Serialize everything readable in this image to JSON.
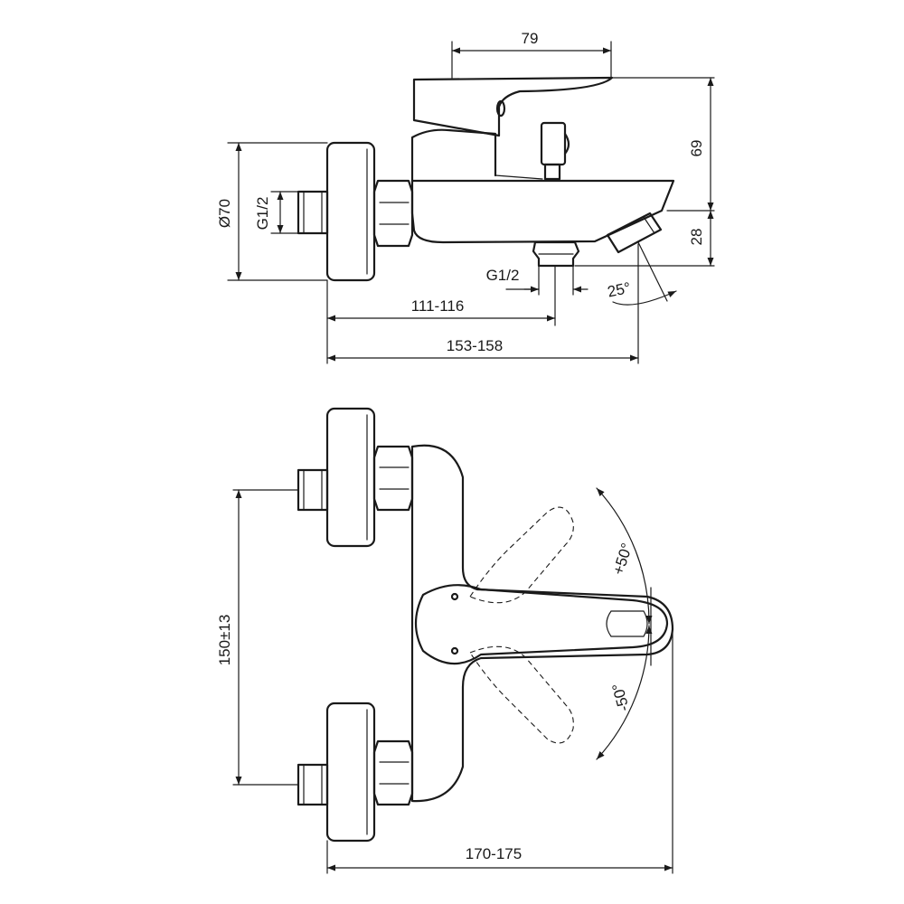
{
  "dimensions": {
    "top_width": "79",
    "lever_height": "69",
    "spout_height": "28",
    "rosette_diameter": "Ø70",
    "inlet_thread": "G1/2",
    "outlet_thread": "G1/2",
    "spout_angle": "25°",
    "outlet_projection": "111-116",
    "spout_projection": "153-158",
    "inlet_spacing": "150±13",
    "lever_reach": "170-175",
    "lever_up_angle": "+50°",
    "lever_down_angle": "-50°"
  }
}
